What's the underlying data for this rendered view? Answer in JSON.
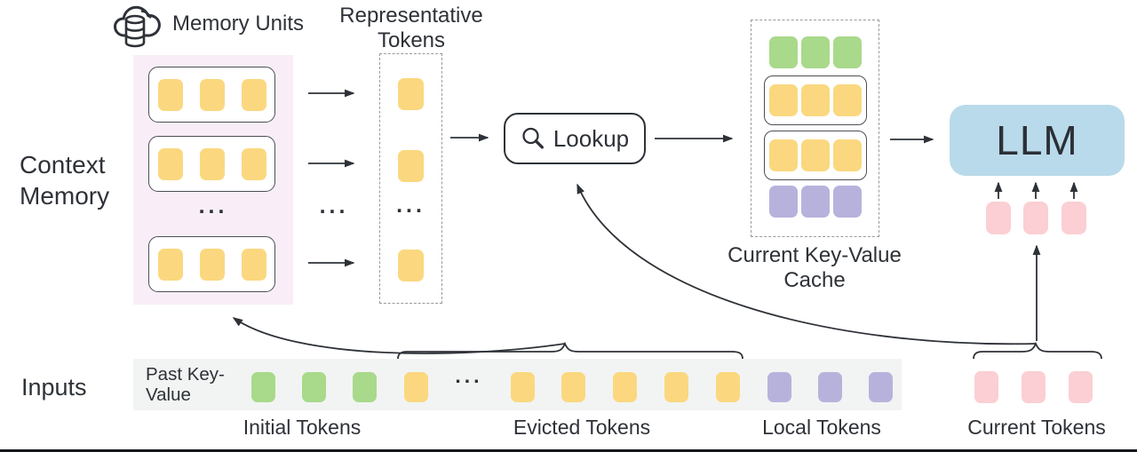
{
  "colors": {
    "ink": "#2e3238",
    "token-yellow": "#fbd87f",
    "token-green": "#a9d98b",
    "token-purple": "#b7b2dc",
    "token-pink": "#fbcfd3",
    "llm-blue": "#b9daea",
    "memory-bg": "#f9eef7",
    "strip-bg": "#f1f4f2",
    "box-border": "#4b4f55",
    "dashed-border": "#9a9a9a"
  },
  "context_memory": {
    "label": "Context Memory",
    "icon": "cloud-database-icon",
    "icon_label": "Memory Units",
    "unit_count": 3,
    "tokens_per_unit": 3,
    "ellipsis": "..."
  },
  "representative": {
    "label": "Representative Tokens",
    "token_count": 3,
    "ellipsis": "..."
  },
  "lookup": {
    "label": "Lookup",
    "icon": "magnifier-icon"
  },
  "cache": {
    "label": "Current Key-Value Cache",
    "rows": [
      {
        "color": "green",
        "count": 3,
        "boxed": false
      },
      {
        "color": "yellow",
        "count": 3,
        "boxed": true
      },
      {
        "color": "yellow",
        "count": 3,
        "boxed": true
      },
      {
        "color": "purple",
        "count": 3,
        "boxed": false
      }
    ]
  },
  "llm": {
    "label": "LLM",
    "current_token_count": 3
  },
  "inputs": {
    "label": "Inputs",
    "strip_label": "Past Key-Value",
    "ellipsis": "...",
    "groups": [
      {
        "name": "Initial Tokens",
        "color": "green",
        "count": 3
      },
      {
        "name": "Evicted Tokens",
        "color": "yellow",
        "count": 6
      },
      {
        "name": "Local Tokens",
        "color": "purple",
        "count": 3
      },
      {
        "name": "Current Tokens",
        "color": "pink",
        "count": 3
      }
    ]
  }
}
